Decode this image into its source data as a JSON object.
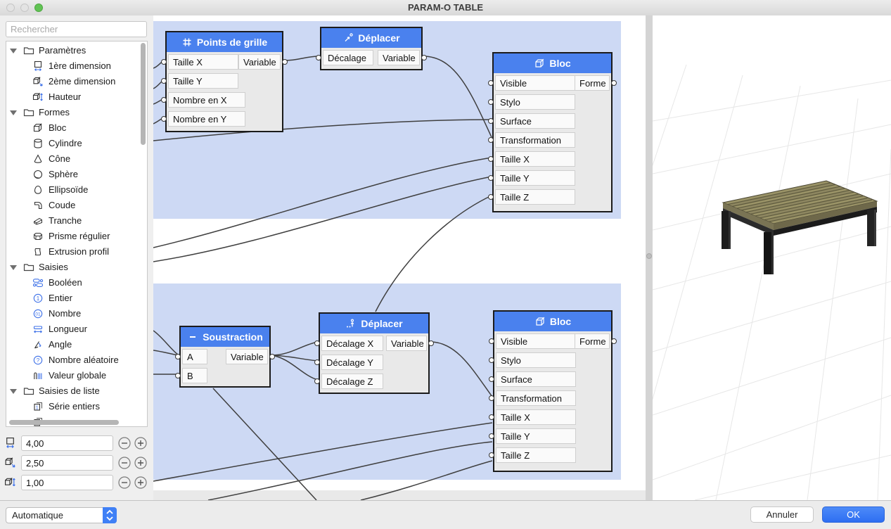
{
  "window": {
    "title": "PARAM-O TABLE"
  },
  "sidebar": {
    "search_placeholder": "Rechercher",
    "tree": [
      {
        "label": "Paramètres",
        "type": "folder"
      },
      {
        "label": "1ère dimension",
        "type": "item",
        "icon": "dimension-width-icon"
      },
      {
        "label": "2ème dimension",
        "type": "item",
        "icon": "dimension-depth-icon"
      },
      {
        "label": "Hauteur",
        "type": "item",
        "icon": "dimension-height-icon"
      },
      {
        "label": "Formes",
        "type": "folder"
      },
      {
        "label": "Bloc",
        "type": "item",
        "icon": "cube-icon"
      },
      {
        "label": "Cylindre",
        "type": "item",
        "icon": "cylinder-icon"
      },
      {
        "label": "Cône",
        "type": "item",
        "icon": "cone-icon"
      },
      {
        "label": "Sphère",
        "type": "item",
        "icon": "sphere-icon"
      },
      {
        "label": "Ellipsoïde",
        "type": "item",
        "icon": "ellipsoid-icon"
      },
      {
        "label": "Coude",
        "type": "item",
        "icon": "elbow-icon"
      },
      {
        "label": "Tranche",
        "type": "item",
        "icon": "slice-icon"
      },
      {
        "label": "Prisme régulier",
        "type": "item",
        "icon": "prism-icon"
      },
      {
        "label": "Extrusion profil",
        "type": "item",
        "icon": "extrusion-icon"
      },
      {
        "label": "Saisies",
        "type": "folder"
      },
      {
        "label": "Booléen",
        "type": "item",
        "icon": "boolean-icon"
      },
      {
        "label": "Entier",
        "type": "item",
        "icon": "integer-icon"
      },
      {
        "label": "Nombre",
        "type": "item",
        "icon": "number-icon"
      },
      {
        "label": "Longueur",
        "type": "item",
        "icon": "length-icon"
      },
      {
        "label": "Angle",
        "type": "item",
        "icon": "angle-icon"
      },
      {
        "label": "Nombre aléatoire",
        "type": "item",
        "icon": "random-number-icon"
      },
      {
        "label": "Valeur globale",
        "type": "item",
        "icon": "global-value-icon"
      },
      {
        "label": "Saisies de liste",
        "type": "folder"
      },
      {
        "label": "Série entiers",
        "type": "item",
        "icon": "integer-series-icon"
      }
    ],
    "dimension_inputs": [
      {
        "value": "4,00",
        "icon": "dimension-width-icon"
      },
      {
        "value": "2,50",
        "icon": "dimension-depth-icon"
      },
      {
        "value": "1,00",
        "icon": "dimension-height-icon"
      }
    ]
  },
  "canvas": {
    "nodes": [
      {
        "title": "Points de grille",
        "icon": "grid-icon",
        "inputs": [
          "Taille X",
          "Taille Y",
          "Nombre en X",
          "Nombre en Y"
        ],
        "outputs": [
          "Variable"
        ]
      },
      {
        "title": "Déplacer",
        "icon": "move-offset-icon",
        "inputs": [
          "Décalage"
        ],
        "outputs": [
          "Variable"
        ]
      },
      {
        "title": "Bloc",
        "icon": "cube-icon",
        "inputs": [
          "Visible",
          "Stylo",
          "Surface",
          "Transformation",
          "Taille X",
          "Taille Y",
          "Taille Z"
        ],
        "outputs": [
          "Forme"
        ]
      },
      {
        "title": "Soustraction",
        "icon": "minus-icon",
        "inputs": [
          "A",
          "B"
        ],
        "outputs": [
          "Variable"
        ]
      },
      {
        "title": "Déplacer",
        "icon": "move-path-icon",
        "inputs": [
          "Décalage X",
          "Décalage Y",
          "Décalage Z"
        ],
        "outputs": [
          "Variable"
        ]
      },
      {
        "title": "Bloc",
        "icon": "cube-icon",
        "inputs": [
          "Visible",
          "Stylo",
          "Surface",
          "Transformation",
          "Taille X",
          "Taille Y",
          "Taille Z"
        ],
        "outputs": [
          "Forme"
        ]
      }
    ]
  },
  "footer": {
    "mode": "Automatique",
    "cancel_label": "Annuler",
    "ok_label": "OK"
  },
  "colors": {
    "node_header": "#4a81ee",
    "band": "#cdd9f4",
    "accent_blue": "#3478f6",
    "wire": "#3f3f3f",
    "table_wood": "#8d875e",
    "table_frame": "#1e1e1e"
  }
}
